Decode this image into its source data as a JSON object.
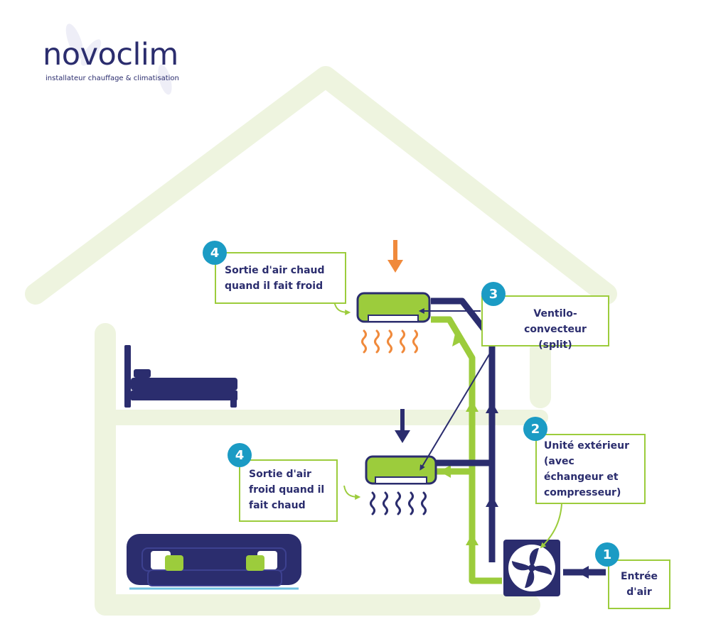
{
  "logo": {
    "name": "novoclim",
    "tagline": "installateur chauffage & climatisation"
  },
  "callouts": [
    {
      "number": "1",
      "text": "Entrée d'air"
    },
    {
      "number": "2",
      "text": "Unité extérieur (avec échangeur et compresseur)"
    },
    {
      "number": "3",
      "text": "Ventilo-convecteur (split)"
    },
    {
      "number": "4",
      "text": "Sortie d'air chaud quand il fait froid"
    },
    {
      "number": "4",
      "text": "Sortie d'air froid quand il fait chaud"
    }
  ],
  "icons": [
    "house-outline",
    "bed-icon",
    "sofa-icon",
    "split-unit-icon",
    "outdoor-fan-unit-icon",
    "warm-air-waves-icon",
    "cold-air-waves-icon",
    "down-arrow-icon"
  ],
  "colors": {
    "navy": "#2b2d6e",
    "lime": "#9ccc3c",
    "house": "#eef4df",
    "badge": "#1b9bc4",
    "warm": "#f08a3c"
  }
}
